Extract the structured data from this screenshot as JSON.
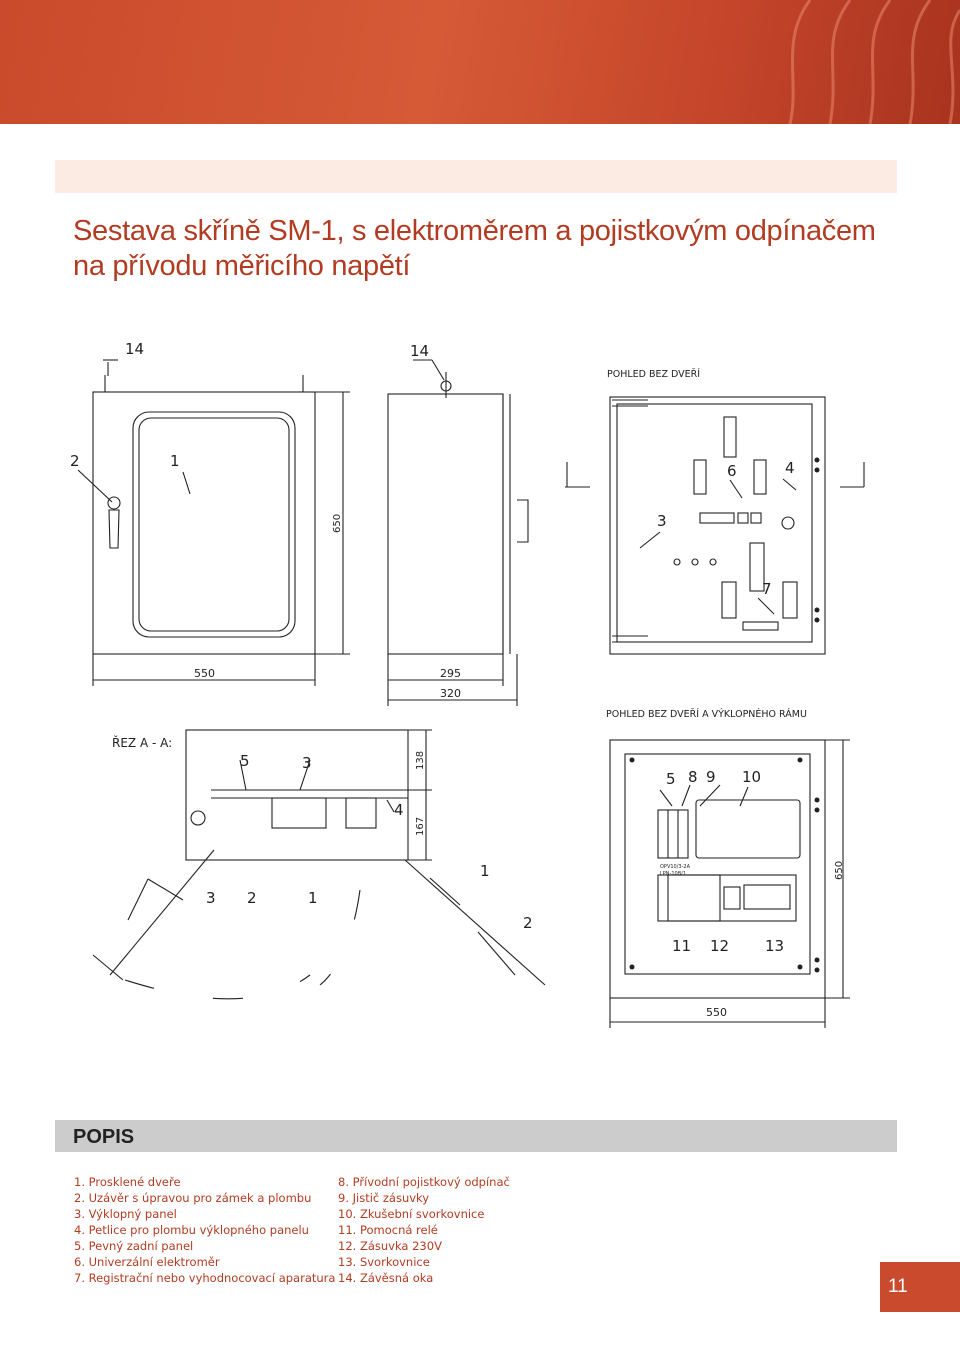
{
  "title": {
    "line1": "Sestava skříně SM-1, s elektroměrem a pojistkovým odpínačem",
    "line2": "na přívodu měřicího napětí"
  },
  "drawing": {
    "callouts_front": [
      "14",
      "2",
      "1"
    ],
    "callouts_side": [
      "14"
    ],
    "dim_height_650": "650",
    "dim_width_550": "550",
    "dim_depth_295": "295",
    "dim_depth_320": "320",
    "view_no_door_label": "POHLED BEZ DVEŘÍ",
    "callouts_view1": [
      "6",
      "4",
      "3",
      "7"
    ],
    "view_no_door_frame_label": "POHLED BEZ DVEŘÍ A VÝKLOPNÉHO RÁMU",
    "section_label": "ŘEZ A - A:",
    "section_callouts": [
      "5",
      "3",
      "4",
      "1",
      "3",
      "2",
      "1",
      "2"
    ],
    "dim_138": "138",
    "dim_167": "167",
    "callouts_view2": [
      "5",
      "8",
      "9",
      "10",
      "11",
      "12",
      "13"
    ],
    "device_text_1": "OPV10/3-2A",
    "device_text_2": "LPN-10B/1",
    "dim_view2_height": "650",
    "dim_view2_width": "550"
  },
  "popis": {
    "heading": "POPIS",
    "left_items": [
      "1.  Prosklené dveře",
      "2.  Uzávěr s úpravou pro zámek a plombu",
      "3.  Výklopný panel",
      "4.  Petlice pro plombu výklopného panelu",
      "5.  Pevný zadní panel",
      "6.  Univerzální elektroměr",
      "7.  Registrační nebo vyhodnocovací aparatura"
    ],
    "right_items": [
      "8.  Přívodní pojistkový odpínač",
      "9.  Jistič zásuvky",
      "10. Zkušební svorkovnice",
      "11. Pomocná relé",
      "12. Zásuvka 230V",
      "13. Svorkovnice",
      "14. Závěsná oka"
    ]
  },
  "page_number": "11",
  "colors": {
    "accent": "#c94a2c",
    "title": "#b23c22",
    "popis_bar": "#cccccc",
    "pink_bar": "#fcebe3"
  }
}
